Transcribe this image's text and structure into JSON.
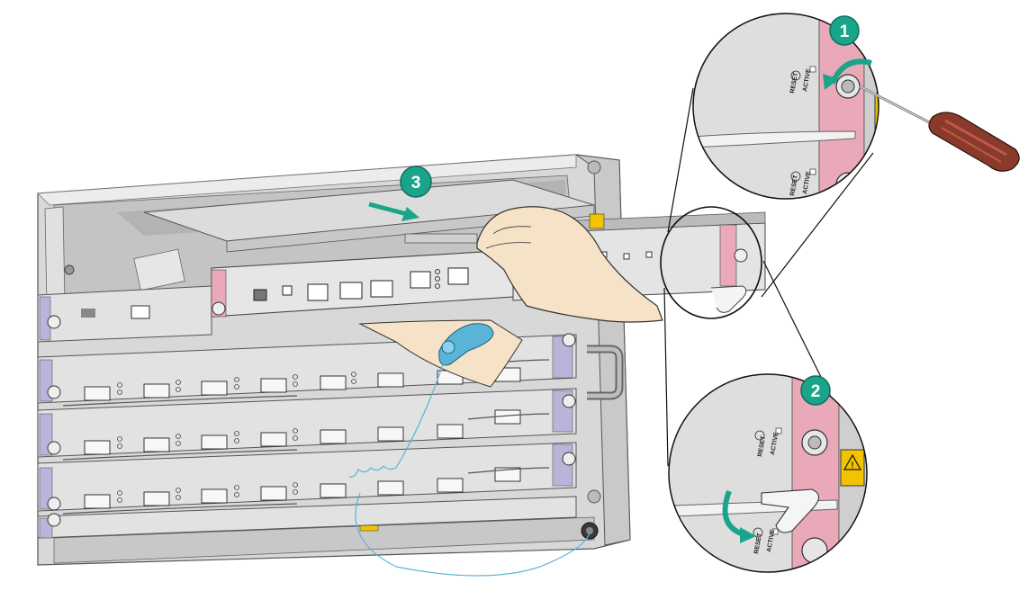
{
  "steps": [
    {
      "number": "1",
      "color": "#1aa58a"
    },
    {
      "number": "2",
      "color": "#1aa58a"
    },
    {
      "number": "3",
      "color": "#1aa58a"
    }
  ],
  "labels": {
    "active": "ACTIVE",
    "reset": "RESET"
  },
  "colors": {
    "chassis": "#d9d9d9",
    "chassis_dark": "#9a9a9a",
    "card": "#e4e4e4",
    "ear_pink": "#e9a9b8",
    "ear_purple": "#b9b4da",
    "arrow_teal": "#1aa58a",
    "hand": "#f6e2c6",
    "strap_blue": "#5ab4d8",
    "warning_yellow": "#f2c400",
    "screwdriver_handle": "#8a3a2a"
  },
  "icons": [
    "warning-label-icon",
    "screwdriver-icon",
    "esd-wrist-strap-icon"
  ]
}
